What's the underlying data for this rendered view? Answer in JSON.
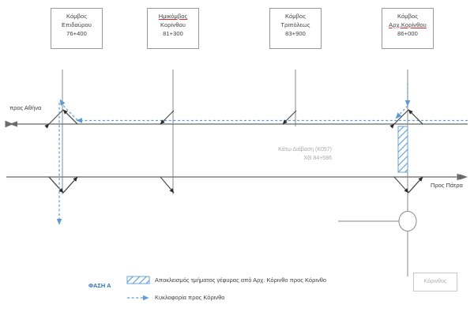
{
  "diagram": {
    "title_nodes": [
      {
        "id": "epidavrou",
        "lines": [
          "Κόμβος",
          "Επιδαύρου",
          "76+400"
        ],
        "underline_index": -1
      },
      {
        "id": "imikomvos-korinthou",
        "lines": [
          "Ημικόμβος",
          "Κορίνθου",
          "81+300"
        ],
        "underline_index": 0
      },
      {
        "id": "tripoleos",
        "lines": [
          "Κόμβος",
          "Τριπόλεως",
          "83+900"
        ],
        "underline_index": -1
      },
      {
        "id": "arx-korinthou",
        "lines": [
          "Κόμβος",
          "Αρχ.Κορίνθου",
          "86+000"
        ],
        "underline_index": 1
      }
    ],
    "direction_labels": {
      "left": "προς Αθήνα",
      "right": "Προς Πάτρα"
    },
    "annotation": {
      "line1": "Κάτω Διάβαση (Κ057)",
      "line2": "ΧΘ 84+586"
    },
    "corinth_box_label": "Κόρινθος",
    "legend": {
      "phase": "ΦΑΣΗ Α",
      "items": [
        {
          "symbol": "hatched-swatch",
          "text": "Αποκλεισμός τμήματος γέφυρας από Αρχ. Κόρινθο προς Κόρινθο"
        },
        {
          "symbol": "dashed-arrow",
          "text": "Κυκλοφορία προς Κόρινθο"
        }
      ]
    },
    "colors": {
      "road": "#808080",
      "ramp": "#3d3d3d",
      "accent_blue": "#2e75b6",
      "dashed_blue": "#5b9bd5",
      "red_underline": "#d22b2b",
      "note_grey": "#a9a9a9",
      "box_border": "#9a9a9a",
      "background": "#ffffff",
      "frame": "#6e6e6e"
    }
  }
}
